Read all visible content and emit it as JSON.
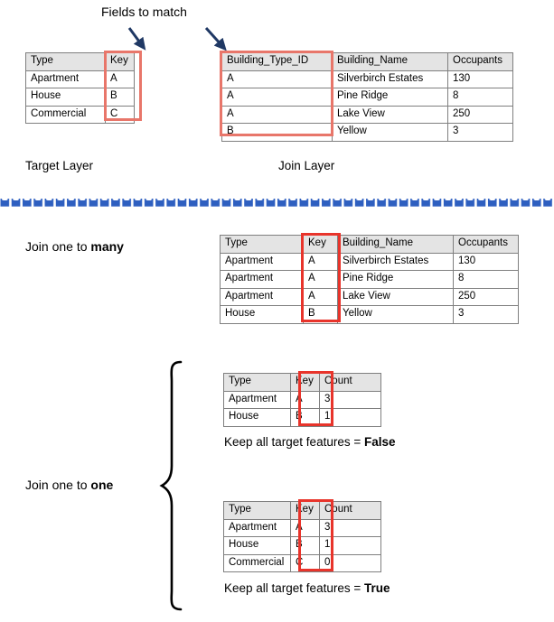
{
  "annotations": {
    "fields_to_match": "Fields to match",
    "target_layer": "Target Layer",
    "join_layer": "Join Layer",
    "join_one_to_many_prefix": "Join one to ",
    "join_one_to_many_emphasis": "many",
    "join_one_to_one_prefix": "Join one to ",
    "join_one_to_one_emphasis": "one",
    "keep_all_prefix": "Keep all target features = ",
    "keep_all_false": "False",
    "keep_all_true": "True"
  },
  "colors": {
    "highlight_red": "#e8342b",
    "highlight_red_soft": "#e8766a",
    "table_border": "#7f7f7f",
    "header_fill": "#e4e4e4",
    "arrow_navy": "#1f3864",
    "divider_blue": "#2e5fc0",
    "brace_black": "#000000"
  },
  "target_table": {
    "name": "Target Layer table",
    "headers": [
      "Type",
      "Key"
    ],
    "rows": [
      [
        "Apartment",
        "A"
      ],
      [
        "House",
        "B"
      ],
      [
        "Commercial",
        "C"
      ]
    ],
    "highlight_column": "Key"
  },
  "join_table": {
    "name": "Join Layer table",
    "headers": [
      "Building_Type_ID",
      "Building_Name",
      "Occupants"
    ],
    "rows": [
      [
        "A",
        "Silverbirch Estates",
        "130"
      ],
      [
        "A",
        "Pine Ridge",
        "8"
      ],
      [
        "A",
        "Lake View",
        "250"
      ],
      [
        "B",
        "Yellow",
        "3"
      ]
    ],
    "highlight_column": "Building_Type_ID"
  },
  "one_to_many_table": {
    "name": "Join one to many result table",
    "headers": [
      "Type",
      "Key",
      "Building_Name",
      "Occupants"
    ],
    "rows": [
      [
        "Apartment",
        "A",
        "Silverbirch Estates",
        "130"
      ],
      [
        "Apartment",
        "A",
        "Pine Ridge",
        "8"
      ],
      [
        "Apartment",
        "A",
        "Lake View",
        "250"
      ],
      [
        "House",
        "B",
        "Yellow",
        "3"
      ]
    ],
    "highlight_column": "Key"
  },
  "one_to_one_false_table": {
    "name": "Join one to one result, keep all target features false",
    "headers": [
      "Type",
      "Key",
      "Count"
    ],
    "rows": [
      [
        "Apartment",
        "A",
        "3"
      ],
      [
        "House",
        "B",
        "1"
      ]
    ],
    "highlight_column": "Key"
  },
  "one_to_one_true_table": {
    "name": "Join one to one result, keep all target features true",
    "headers": [
      "Type",
      "Key",
      "Count"
    ],
    "rows": [
      [
        "Apartment",
        "A",
        "3"
      ],
      [
        "House",
        "B",
        "1"
      ],
      [
        "Commercial",
        "C",
        "0"
      ]
    ],
    "highlight_column": "Key"
  }
}
